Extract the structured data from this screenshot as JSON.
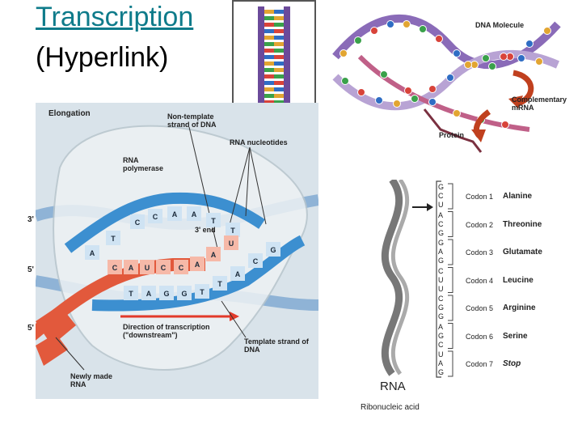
{
  "slide": {
    "title_link": "Transcription",
    "title_sub": "(Hyperlink)"
  },
  "dna_figure": {
    "molecule_label": "DNA Molecule",
    "mrna_label": "Complementary mRNA",
    "protein_label": "Protein"
  },
  "elongation": {
    "heading": "Elongation",
    "nontemplate": "Non-template strand of DNA",
    "rna_nucleotides": "RNA nucleotides",
    "rna_polymerase": "RNA polymerase",
    "three_end": "3' end",
    "direction": "Direction of transcription (\"downstream\")",
    "template": "Template strand of DNA",
    "newly_made": "Newly made RNA",
    "prime_3": "3'",
    "prime_5a": "5'",
    "prime_5b": "5'",
    "top_bases": [
      "A",
      "T",
      "C",
      "C",
      "A",
      "A",
      "T",
      "T"
    ],
    "rna_bases": [
      "C",
      "A",
      "U",
      "C",
      "C",
      "A",
      "A",
      "U"
    ],
    "bottom_bases": [
      "T",
      "A",
      "G",
      "G",
      "T",
      "T",
      "A",
      "C",
      "G"
    ]
  },
  "codons": {
    "rna_label": "RNA",
    "rna_sub": "Ribonucleic acid",
    "rows": [
      {
        "codon": "Codon 1",
        "aa": "Alanine",
        "letters": [
          "G",
          "C",
          "U"
        ]
      },
      {
        "codon": "Codon 2",
        "aa": "Threonine",
        "letters": [
          "A",
          "C",
          "G"
        ]
      },
      {
        "codon": "Codon 3",
        "aa": "Glutamate",
        "letters": [
          "G",
          "A",
          "G"
        ]
      },
      {
        "codon": "Codon 4",
        "aa": "Leucine",
        "letters": [
          "C",
          "U",
          "U"
        ]
      },
      {
        "codon": "Codon 5",
        "aa": "Arginine",
        "letters": [
          "C",
          "G",
          "G"
        ]
      },
      {
        "codon": "Codon 6",
        "aa": "Serine",
        "letters": [
          "A",
          "G",
          "C"
        ]
      },
      {
        "codon": "Codon 7",
        "aa": "Stop",
        "letters": [
          "U",
          "A",
          "G"
        ]
      }
    ]
  }
}
